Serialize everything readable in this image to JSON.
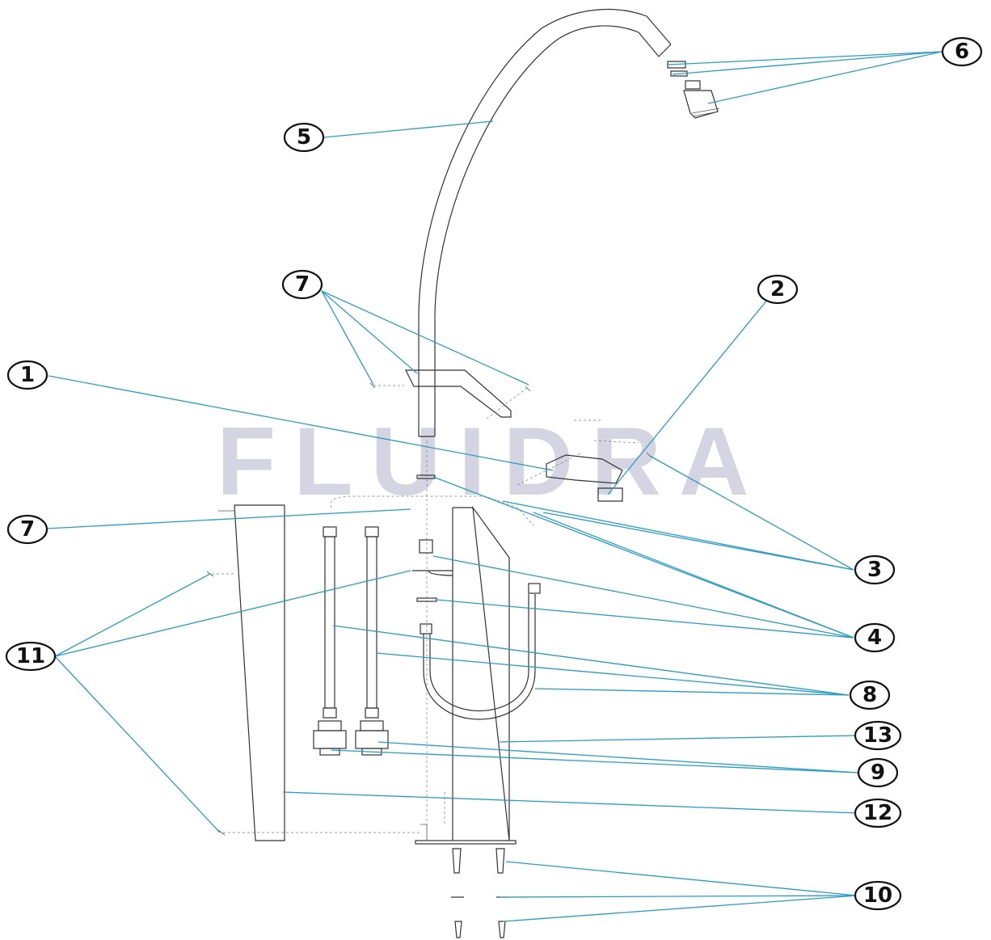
{
  "watermark": "FLUIDRA",
  "colors": {
    "leader": "#2a9cc4",
    "watermark": "#d4d4e2",
    "outline": "#333333"
  },
  "callouts": [
    {
      "id": "c5",
      "label": "5"
    },
    {
      "id": "c6",
      "label": "6"
    },
    {
      "id": "c7a",
      "label": "7"
    },
    {
      "id": "c2",
      "label": "2"
    },
    {
      "id": "c1",
      "label": "1"
    },
    {
      "id": "c7b",
      "label": "7"
    },
    {
      "id": "c3",
      "label": "3"
    },
    {
      "id": "c4",
      "label": "4"
    },
    {
      "id": "c11",
      "label": "11"
    },
    {
      "id": "c8",
      "label": "8"
    },
    {
      "id": "c13",
      "label": "13"
    },
    {
      "id": "c9",
      "label": "9"
    },
    {
      "id": "c12",
      "label": "12"
    },
    {
      "id": "c10",
      "label": "10"
    }
  ]
}
